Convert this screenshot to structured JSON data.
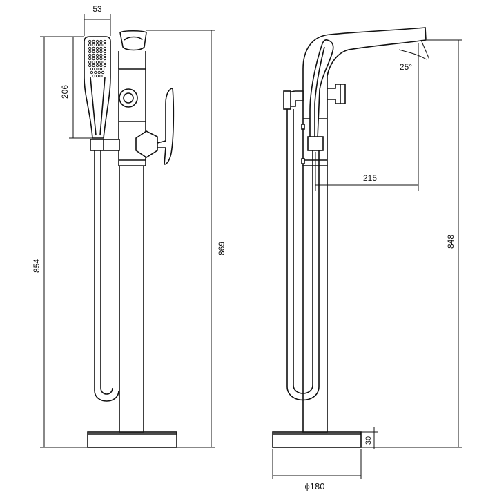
{
  "front_view": {
    "dim_handshower_width": "53",
    "dim_handshower_height": "206",
    "dim_total_height_left": "854",
    "dim_total_height_right": "869"
  },
  "side_view": {
    "dim_spout_angle": "25°",
    "dim_spout_reach": "215",
    "dim_spout_height": "848",
    "dim_base_height": "30",
    "dim_base_diameter": "ϕ180"
  }
}
